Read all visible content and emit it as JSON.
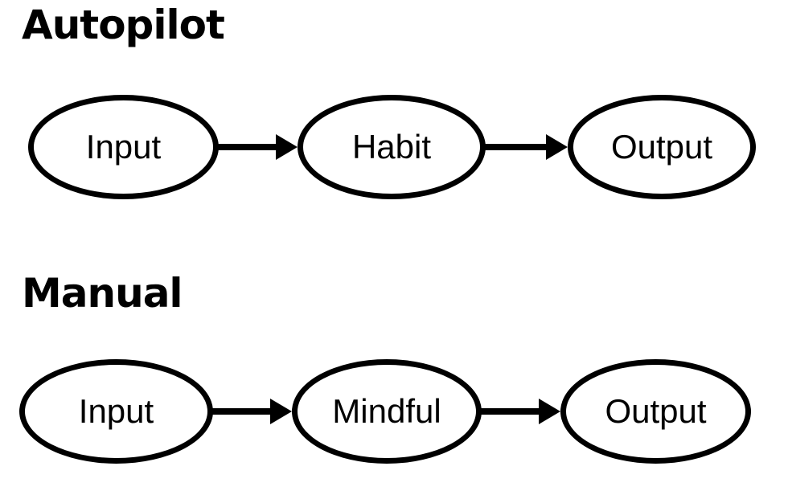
{
  "diagram": {
    "colors": {
      "stroke": "#000000",
      "background": "#ffffff"
    },
    "rows": [
      {
        "title": "Autopilot",
        "nodes": [
          "Input",
          "Habit",
          "Output"
        ]
      },
      {
        "title": "Manual",
        "nodes": [
          "Input",
          "Mindful",
          "Output"
        ]
      }
    ]
  }
}
